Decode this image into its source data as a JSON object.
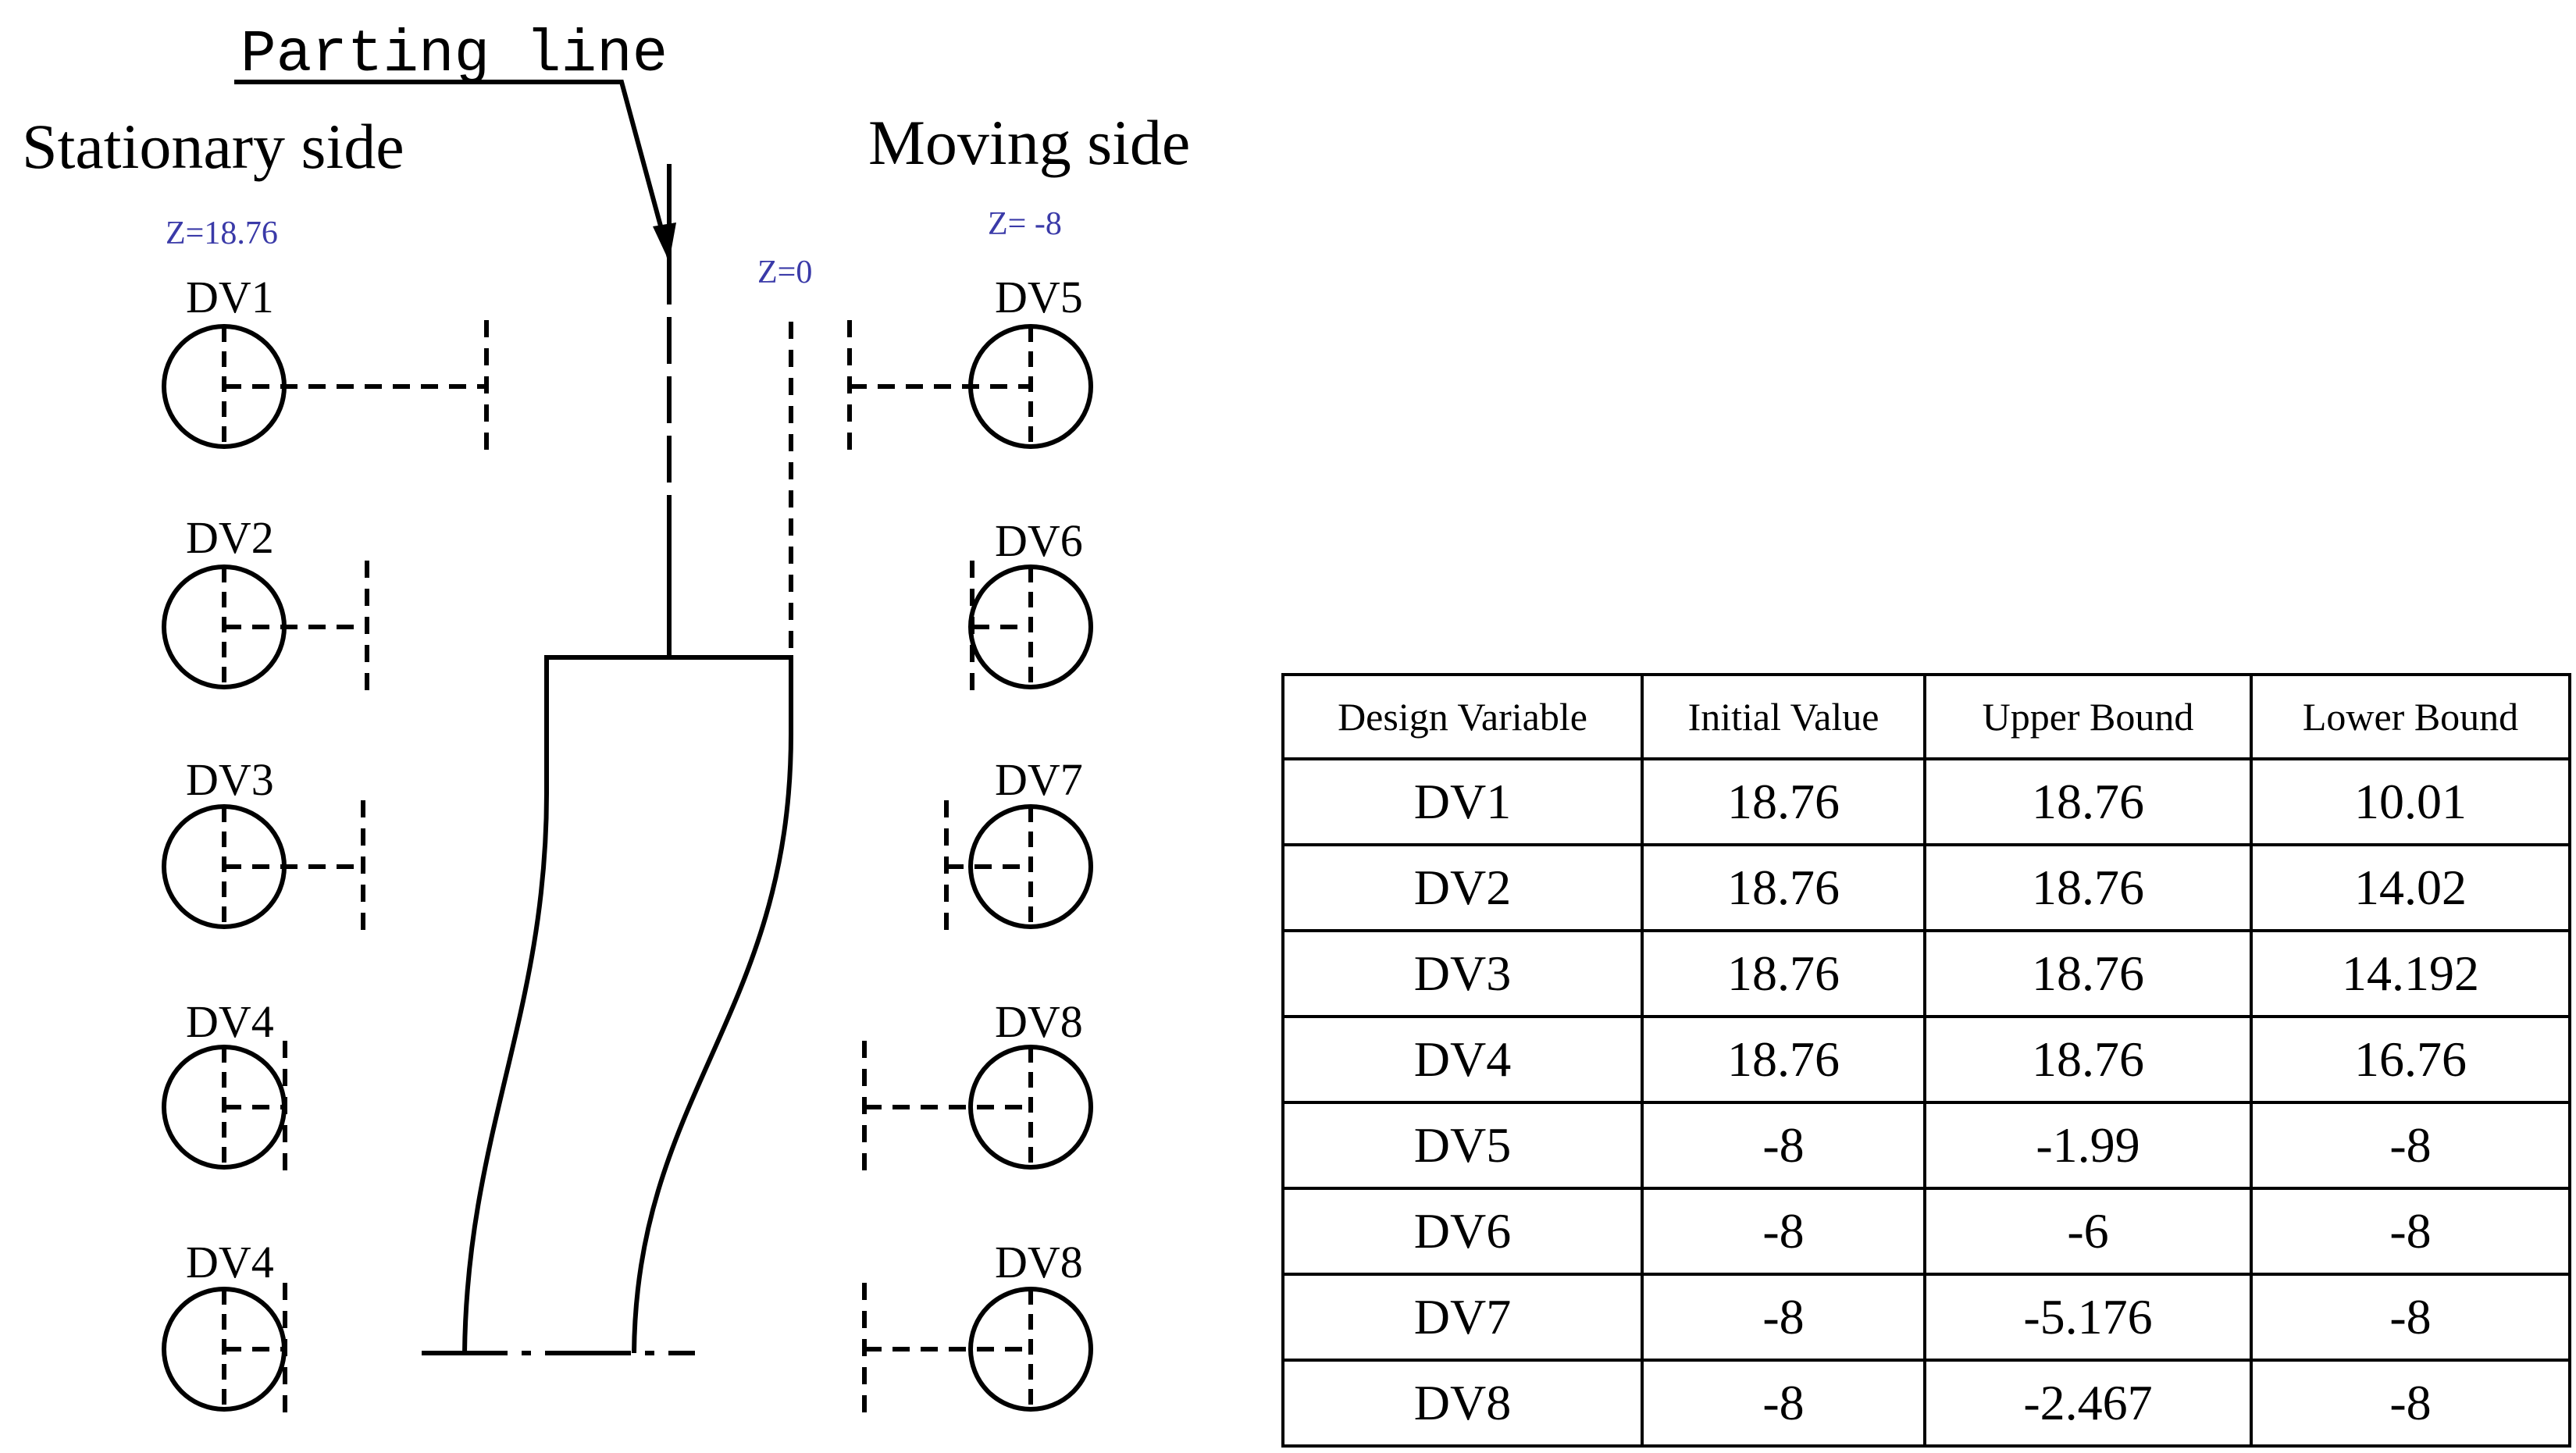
{
  "diagram": {
    "parting_line": "Parting line",
    "stationary_side": "Stationary side",
    "moving_side": "Moving side",
    "z_stationary": "Z=18.76",
    "z_zero": "Z=0",
    "z_moving": "Z= -8",
    "left_labels": [
      "DV1",
      "DV2",
      "DV3",
      "DV4",
      "DV4"
    ],
    "right_labels": [
      "DV5",
      "DV6",
      "DV7",
      "DV8",
      "DV8"
    ]
  },
  "table": {
    "headers": [
      "Design Variable",
      "Initial Value",
      "Upper Bound",
      "Lower Bound"
    ],
    "rows": [
      [
        "DV1",
        "18.76",
        "18.76",
        "10.01"
      ],
      [
        "DV2",
        "18.76",
        "18.76",
        "14.02"
      ],
      [
        "DV3",
        "18.76",
        "18.76",
        "14.192"
      ],
      [
        "DV4",
        "18.76",
        "18.76",
        "16.76"
      ],
      [
        "DV5",
        "-8",
        "-1.99",
        "-8"
      ],
      [
        "DV6",
        "-8",
        "-6",
        "-8"
      ],
      [
        "DV7",
        "-8",
        "-5.176",
        "-8"
      ],
      [
        "DV8",
        "-8",
        "-2.467",
        "-8"
      ]
    ]
  }
}
